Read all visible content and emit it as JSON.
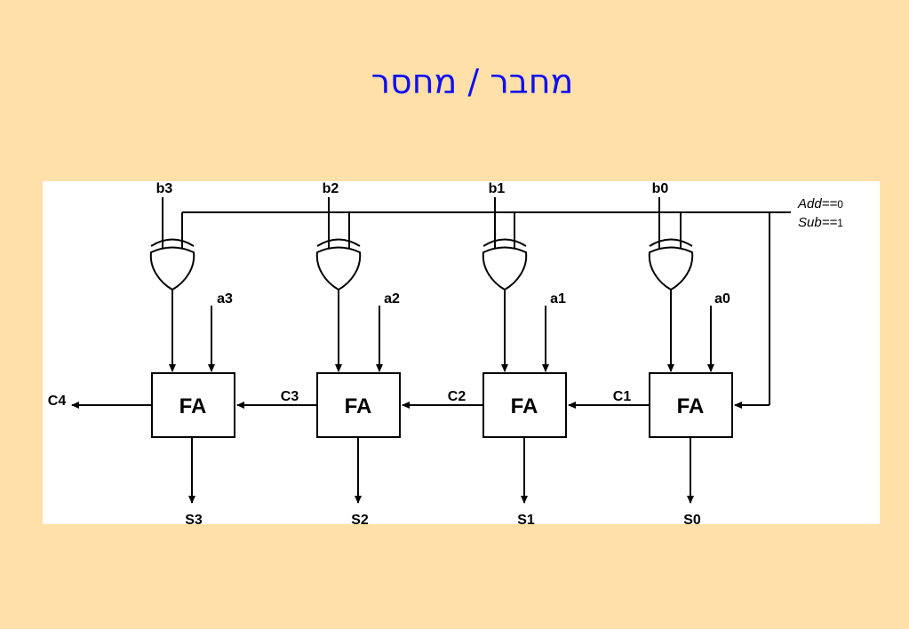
{
  "title": "מחבר / מחסר",
  "diagram": {
    "b_inputs": [
      "b3",
      "b2",
      "b1",
      "b0"
    ],
    "a_inputs": [
      "a3",
      "a2",
      "a1",
      "a0"
    ],
    "sum_outputs": [
      "S3",
      "S2",
      "S1",
      "S0"
    ],
    "block_label": "FA",
    "carries": [
      "C4",
      "C3",
      "C2",
      "C1"
    ],
    "control": {
      "add_label": "Add",
      "add_eq": "==",
      "add_value": "0",
      "sub_label": "Sub",
      "sub_eq": "==",
      "sub_value": "1"
    }
  }
}
